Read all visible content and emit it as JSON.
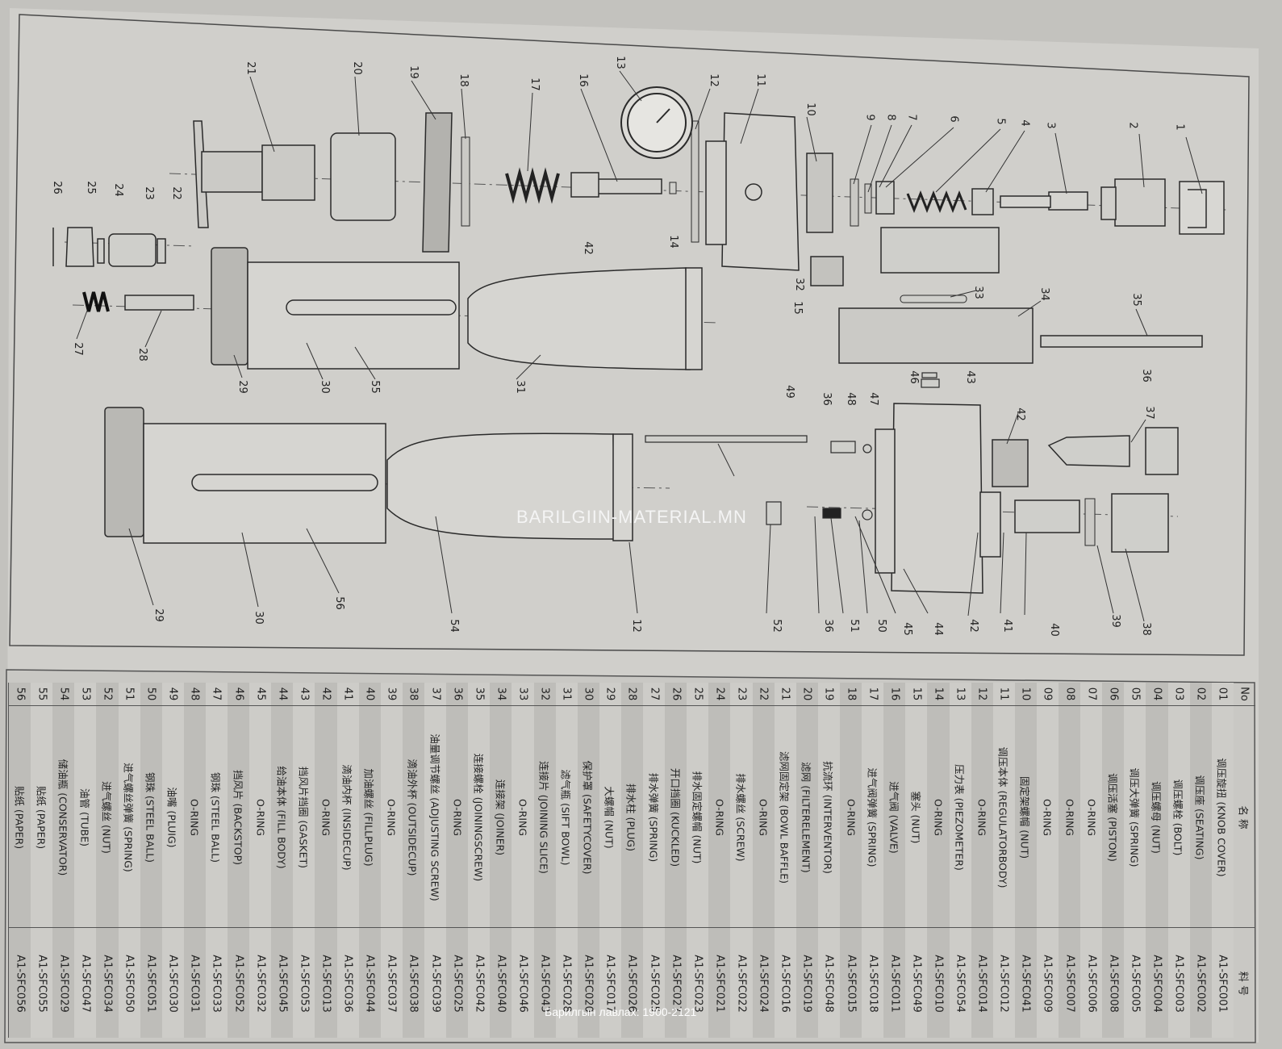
{
  "colors": {
    "paper": "#cfcfcb",
    "ink": "#2a2a2a",
    "shade": "#9c9c9a",
    "frame": "#555555"
  },
  "watermark": "BARILGIIN-MATERIAL.MN",
  "footer": "Барилгын лавлах: 1900-2121",
  "table": {
    "header_no": "No",
    "header_name": "名 称",
    "header_code": "料 号",
    "rows": [
      {
        "no": "01",
        "name": "调压旋扭 (KNOB COVER)",
        "code": "A1-SFC001"
      },
      {
        "no": "02",
        "name": "调压座 (SEATING)",
        "code": "A1-SFC002"
      },
      {
        "no": "03",
        "name": "调压螺栓 (BOLT)",
        "code": "A1-SFC003"
      },
      {
        "no": "04",
        "name": "调压螺母 (NUT)",
        "code": "A1-SFC004"
      },
      {
        "no": "05",
        "name": "调压大弹簧 (SPRING)",
        "code": "A1-SFC005"
      },
      {
        "no": "06",
        "name": "调压活塞 (PISTON)",
        "code": "A1-SFC008"
      },
      {
        "no": "07",
        "name": "O-RING",
        "code": "A1-SFC006"
      },
      {
        "no": "08",
        "name": "O-RING",
        "code": "A1-SFC007"
      },
      {
        "no": "09",
        "name": "O-RING",
        "code": "A1-SFC009"
      },
      {
        "no": "10",
        "name": "固定架螺帽 (NUT)",
        "code": "A1-SFC041"
      },
      {
        "no": "11",
        "name": "调压本体 (REGULATORBODY)",
        "code": "A1-SFC012"
      },
      {
        "no": "12",
        "name": "O-RING",
        "code": "A1-SFC014"
      },
      {
        "no": "13",
        "name": "压力表 (PIEZOMETER)",
        "code": "A1-SFC054"
      },
      {
        "no": "14",
        "name": "O-RING",
        "code": "A1-SFC010"
      },
      {
        "no": "15",
        "name": "塞头 (NUT)",
        "code": "A1-SFC049"
      },
      {
        "no": "16",
        "name": "进气阀 (VALVE)",
        "code": "A1-SFC011"
      },
      {
        "no": "17",
        "name": "进气阀弹簧 (SPRING)",
        "code": "A1-SFC018"
      },
      {
        "no": "18",
        "name": "O-RING",
        "code": "A1-SFC015"
      },
      {
        "no": "19",
        "name": "抗流环 (INTERVENTOR)",
        "code": "A1-SFC048"
      },
      {
        "no": "20",
        "name": "滤网 (FILTERELEMENT)",
        "code": "A1-SFC019"
      },
      {
        "no": "21",
        "name": "滤网固定架 (BOWL BAFFLE)",
        "code": "A1-SFC016"
      },
      {
        "no": "22",
        "name": "O-RING",
        "code": "A1-SFC024"
      },
      {
        "no": "23",
        "name": "排水螺丝 (SCREW)",
        "code": "A1-SFC022"
      },
      {
        "no": "24",
        "name": "O-RING",
        "code": "A1-SFC021"
      },
      {
        "no": "25",
        "name": "排水固定螺帽 (NUT)",
        "code": "A1-SFC023"
      },
      {
        "no": "26",
        "name": "开口挡圈 (KUCKLED)",
        "code": "A1-SFC027"
      },
      {
        "no": "27",
        "name": "排水弹簧 (SPRING)",
        "code": "A1-SFC025"
      },
      {
        "no": "28",
        "name": "排水柱 (PLUG)",
        "code": "A1-SFC026"
      },
      {
        "no": "29",
        "name": "大螺帽 (NUT)",
        "code": "A1-SFC017"
      },
      {
        "no": "30",
        "name": "保护罩 (SAFETYCOVER)",
        "code": "A1-SFC020"
      },
      {
        "no": "31",
        "name": "滤气瓶 (SIFT BOWL)",
        "code": "A1-SFC028"
      },
      {
        "no": "32",
        "name": "连接片 (JOINING SLICE)",
        "code": "A1-SFC043"
      },
      {
        "no": "33",
        "name": "O-RING",
        "code": "A1-SFC046"
      },
      {
        "no": "34",
        "name": "连接架 (JOINER)",
        "code": "A1-SFC040"
      },
      {
        "no": "35",
        "name": "连接螺栓 (JOININGSCREW)",
        "code": "A1-SFC042"
      },
      {
        "no": "36",
        "name": "O-RING",
        "code": "A1-SFC025"
      },
      {
        "no": "37",
        "name": "油量调节螺丝 (ADJUSTING SCREW)",
        "code": "A1-SFC039"
      },
      {
        "no": "38",
        "name": "滴油外杯 (OUTSIDECUP)",
        "code": "A1-SFC038"
      },
      {
        "no": "39",
        "name": "O-RING",
        "code": "A1-SFC037"
      },
      {
        "no": "40",
        "name": "加油螺丝 (FILLPLUG)",
        "code": "A1-SFC044"
      },
      {
        "no": "41",
        "name": "滴油内杯 (INSIDECUP)",
        "code": "A1-SFC036"
      },
      {
        "no": "42",
        "name": "O-RING",
        "code": "A1-SFC013"
      },
      {
        "no": "43",
        "name": "挡风片挡圈 (GASKET)",
        "code": "A1-SFC053"
      },
      {
        "no": "44",
        "name": "给油本体 (FILL BODY)",
        "code": "A1-SFC045"
      },
      {
        "no": "45",
        "name": "O-RING",
        "code": "A1-SFC032"
      },
      {
        "no": "46",
        "name": "挡风片 (BACKSTOP)",
        "code": "A1-SFC052"
      },
      {
        "no": "47",
        "name": "钢珠 (STEEL BALL)",
        "code": "A1-SFC033"
      },
      {
        "no": "48",
        "name": "O-RING",
        "code": "A1-SFC031"
      },
      {
        "no": "49",
        "name": "油嘴 (PLUIG)",
        "code": "A1-SFC030"
      },
      {
        "no": "50",
        "name": "钢珠 (STEEL BALL)",
        "code": "A1-SFC051"
      },
      {
        "no": "51",
        "name": "进气螺丝弹簧 (SPRING)",
        "code": "A1-SFC050"
      },
      {
        "no": "52",
        "name": "进气螺丝 (NUT)",
        "code": "A1-SFC034"
      },
      {
        "no": "53",
        "name": "油管 (TUBE)",
        "code": "A1-SFC047"
      },
      {
        "no": "54",
        "name": "储油瓶 (CONSERVATOR)",
        "code": "A1-SFC029"
      },
      {
        "no": "55",
        "name": "贴纸 (PAPER)",
        "code": "A1-SFC055"
      },
      {
        "no": "56",
        "name": "贴纸 (PAPER)",
        "code": "A1-SFC056"
      }
    ]
  },
  "callouts": [
    "1",
    "2",
    "3",
    "4",
    "5",
    "6",
    "7",
    "8",
    "9",
    "10",
    "11",
    "12",
    "13",
    "14",
    "15",
    "16",
    "17",
    "18",
    "19",
    "20",
    "21",
    "22",
    "23",
    "24",
    "25",
    "26",
    "27",
    "28",
    "29",
    "30",
    "31",
    "32",
    "33",
    "34",
    "35",
    "36",
    "37",
    "38",
    "39",
    "40",
    "41",
    "42",
    "43",
    "44",
    "45",
    "46",
    "47",
    "48",
    "49",
    "50",
    "51",
    "52",
    "54",
    "55",
    "56"
  ]
}
